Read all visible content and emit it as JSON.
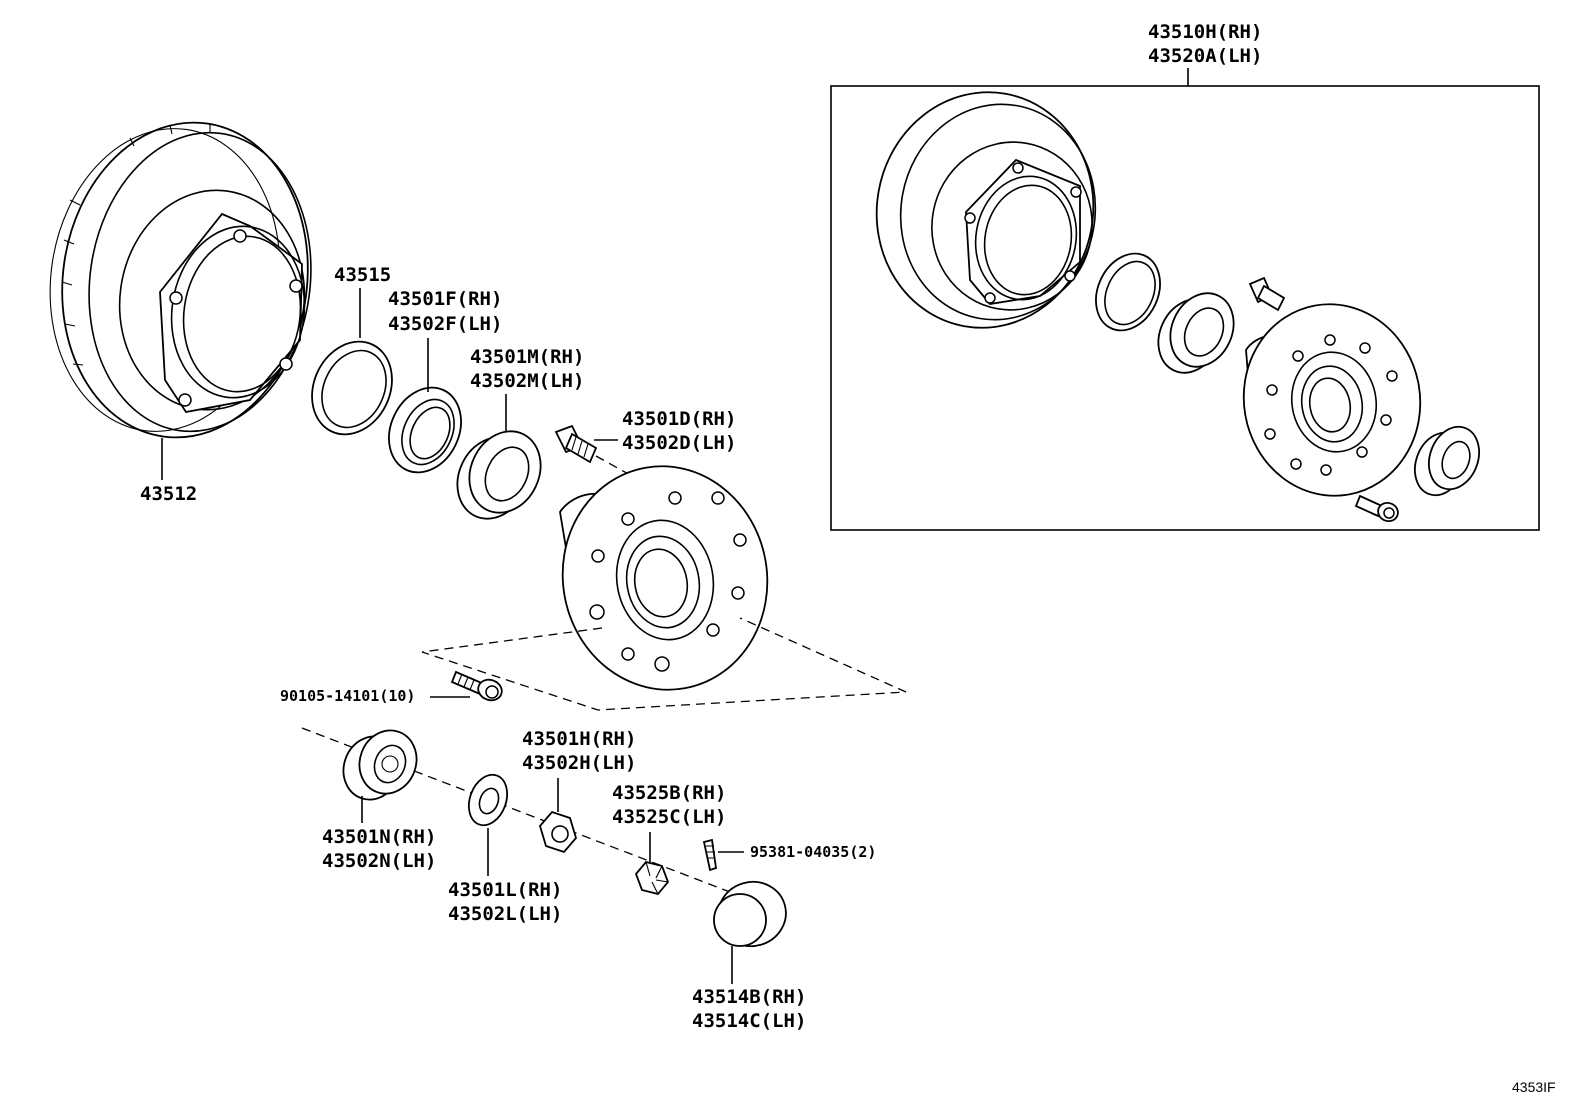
{
  "diagram": {
    "reference_code": "4353IF",
    "assembly_box_labels": [
      "43510H(RH)",
      "43520A(LH)"
    ],
    "labels": {
      "disc": "43512",
      "ring": "43515",
      "oil_seal": [
        "43501F(RH)",
        "43502F(LH)"
      ],
      "inner_bearing": [
        "43501M(RH)",
        "43502M(LH)"
      ],
      "hub_bolt": [
        "43501D(RH)",
        "43502D(LH)"
      ],
      "disc_bolt": "90105-14101(10)",
      "outer_bearing": [
        "43501N(RH)",
        "43502N(LH)"
      ],
      "washer": [
        "43501L(RH)",
        "43502L(LH)"
      ],
      "nut": [
        "43501H(RH)",
        "43502H(LH)"
      ],
      "lock_cap": [
        "43525B(RH)",
        "43525C(LH)"
      ],
      "cotter_pin": "95381-04035(2)",
      "grease_cap": [
        "43514B(RH)",
        "43514C(LH)"
      ]
    }
  }
}
